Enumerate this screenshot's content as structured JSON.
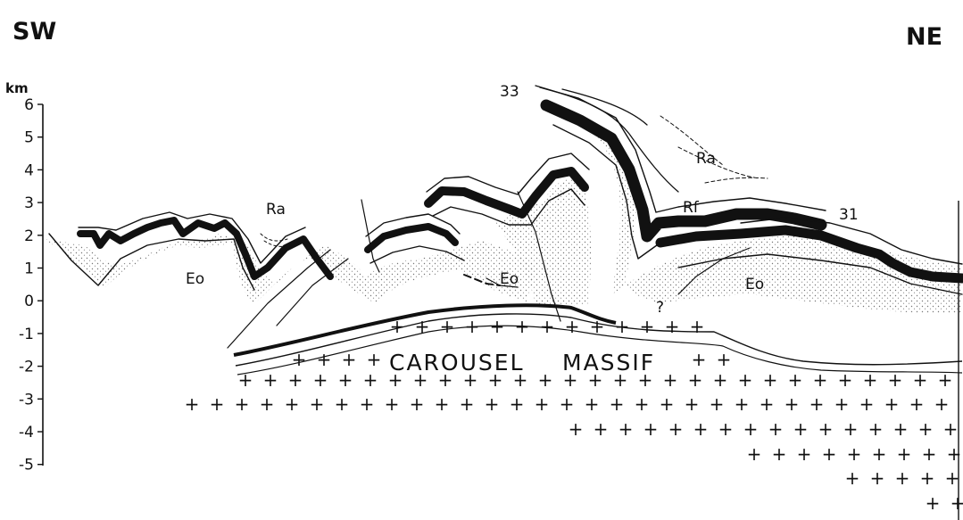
{
  "figure": {
    "direction_left": "SW",
    "direction_right": "NE",
    "axis_unit": "km",
    "y_ticks": [
      "6",
      "5",
      "4",
      "3",
      "2",
      "1",
      "0",
      "-1",
      "-2",
      "-3",
      "-4",
      "-5"
    ],
    "basement_label_1": "CAROUSEL",
    "basement_label_2": "MASSIF",
    "unit_labels": {
      "eo": "Eo",
      "ra": "Ra",
      "rf": "Rf",
      "question": "?"
    },
    "section_numbers": [
      "33",
      "31"
    ],
    "colors": {
      "ink": "#111111",
      "stipple": "#8a8a8a",
      "background": "#ffffff"
    }
  }
}
